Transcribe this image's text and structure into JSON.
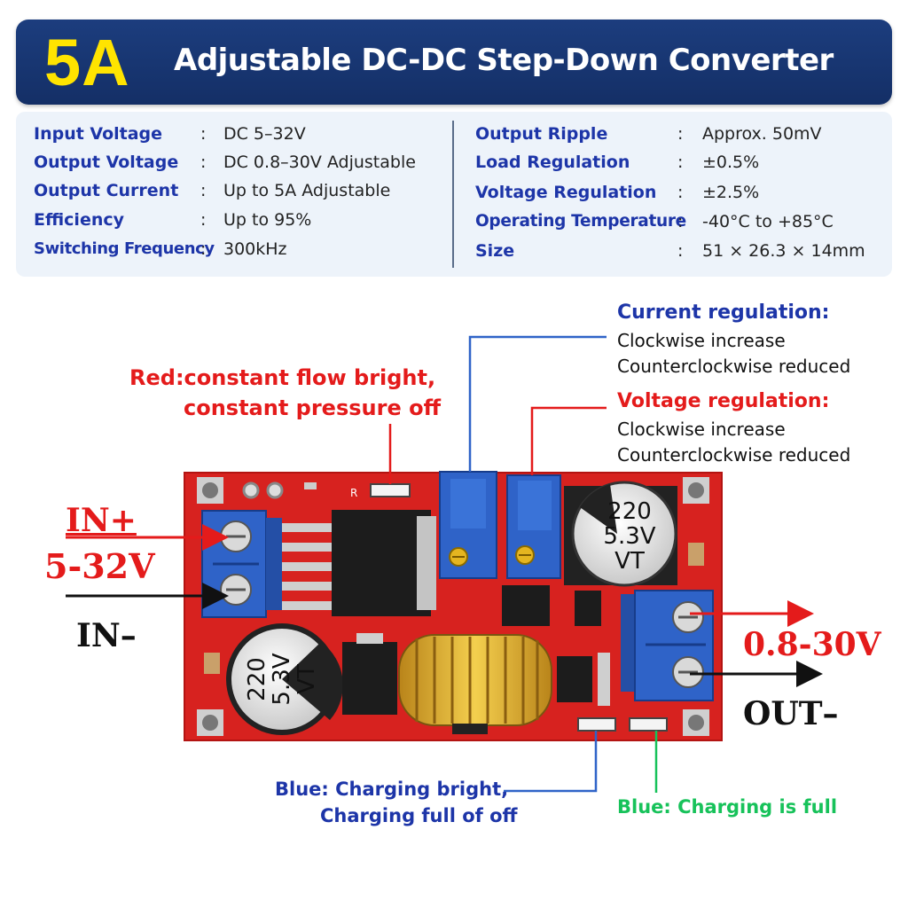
{
  "banner": {
    "big": "5A",
    "title": "Adjustable DC-DC Step-Down Converter"
  },
  "specs": {
    "left": [
      {
        "label": "Input Voltage",
        "sep": ":",
        "value": "DC 5–32V"
      },
      {
        "label": "Output Voltage",
        "sep": ":",
        "value": "DC 0.8–30V Adjustable"
      },
      {
        "label": "Output Current",
        "sep": ":",
        "value": "Up to 5A Adjustable"
      },
      {
        "label": "Efficiency",
        "sep": ":",
        "value": "Up to 95%"
      },
      {
        "label": "Switching Frequency",
        "sep": ":",
        "value": "300kHz"
      }
    ],
    "right": [
      {
        "label": "Output Ripple",
        "sep": ":",
        "value": "Approx. 50mV"
      },
      {
        "label": "Load Regulation",
        "sep": ":",
        "value": "±0.5%"
      },
      {
        "label": "Voltage Regulation",
        "sep": ":",
        "value": "±2.5%"
      },
      {
        "label": "Operating Temperature",
        "sep": ":",
        "value": "-40°C to +85°C"
      },
      {
        "label": "Size",
        "sep": ":",
        "value": "51 × 26.3 × 14mm"
      }
    ]
  },
  "annotations": {
    "red_led_line1": "Red:constant flow bright,",
    "red_led_line2": "constant pressure off",
    "current_reg_title": "Current regulation:",
    "current_reg_cw": "Clockwise increase",
    "current_reg_ccw": "Counterclockwise reduced",
    "voltage_reg_title": "Voltage regulation:",
    "voltage_reg_cw": "Clockwise increase",
    "voltage_reg_ccw": "Counterclockwise reduced",
    "in_plus": "IN+",
    "in_range": "5-32V",
    "in_minus": "IN–",
    "out_range": "0.8-30V",
    "out_minus": "OUT–",
    "blue_led_line1": "Blue: Charging bright,",
    "blue_led_line2": "Charging full of off",
    "green_led": "Blue: Charging is full"
  },
  "board": {
    "cap_top_line1": "220",
    "cap_top_line2": "5.3V",
    "cap_top_line3": "VT",
    "cap_bottom_line1": "220",
    "cap_bottom_line2": "5.3V",
    "cap_bottom_line3": "VT",
    "silk_r": "R"
  },
  "colors": {
    "banner_bg": "#1c3d7e",
    "banner_accent": "#ffe400",
    "label_blue": "#1d35a8",
    "accent_red": "#e41b1b",
    "accent_green": "#17c25a",
    "pcb_red": "#d7221f",
    "terminal_blue": "#2f63c8"
  }
}
